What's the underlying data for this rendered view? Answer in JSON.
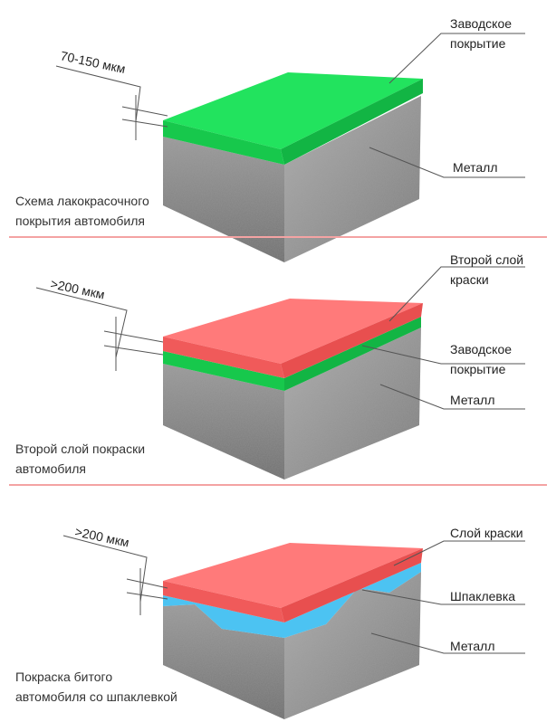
{
  "panels": [
    {
      "thickness": "70-150 мкм",
      "labels": [
        "Заводское",
        "покрытие",
        "Металл"
      ],
      "caption": [
        "Схема лакокрасочного",
        "покрытия автомобиля"
      ]
    },
    {
      "thickness": ">200 мкм",
      "labels": [
        "Второй слой",
        "краски",
        "Заводское",
        "покрытие",
        "Металл"
      ],
      "caption": [
        "Второй слой покраски",
        "автомобиля"
      ]
    },
    {
      "thickness": ">200 мкм",
      "labels": [
        "Слой краски",
        "Шпаклевка",
        "Металл"
      ],
      "caption": [
        "Покраска битого",
        "автомобиля со шпаклевкой"
      ]
    }
  ],
  "colors": {
    "factory_coat": "#1fe05a",
    "second_coat": "#ff6b6b",
    "putty": "#45bff0",
    "metal": "#8a8a8a",
    "separator": "#f4a3a3"
  }
}
